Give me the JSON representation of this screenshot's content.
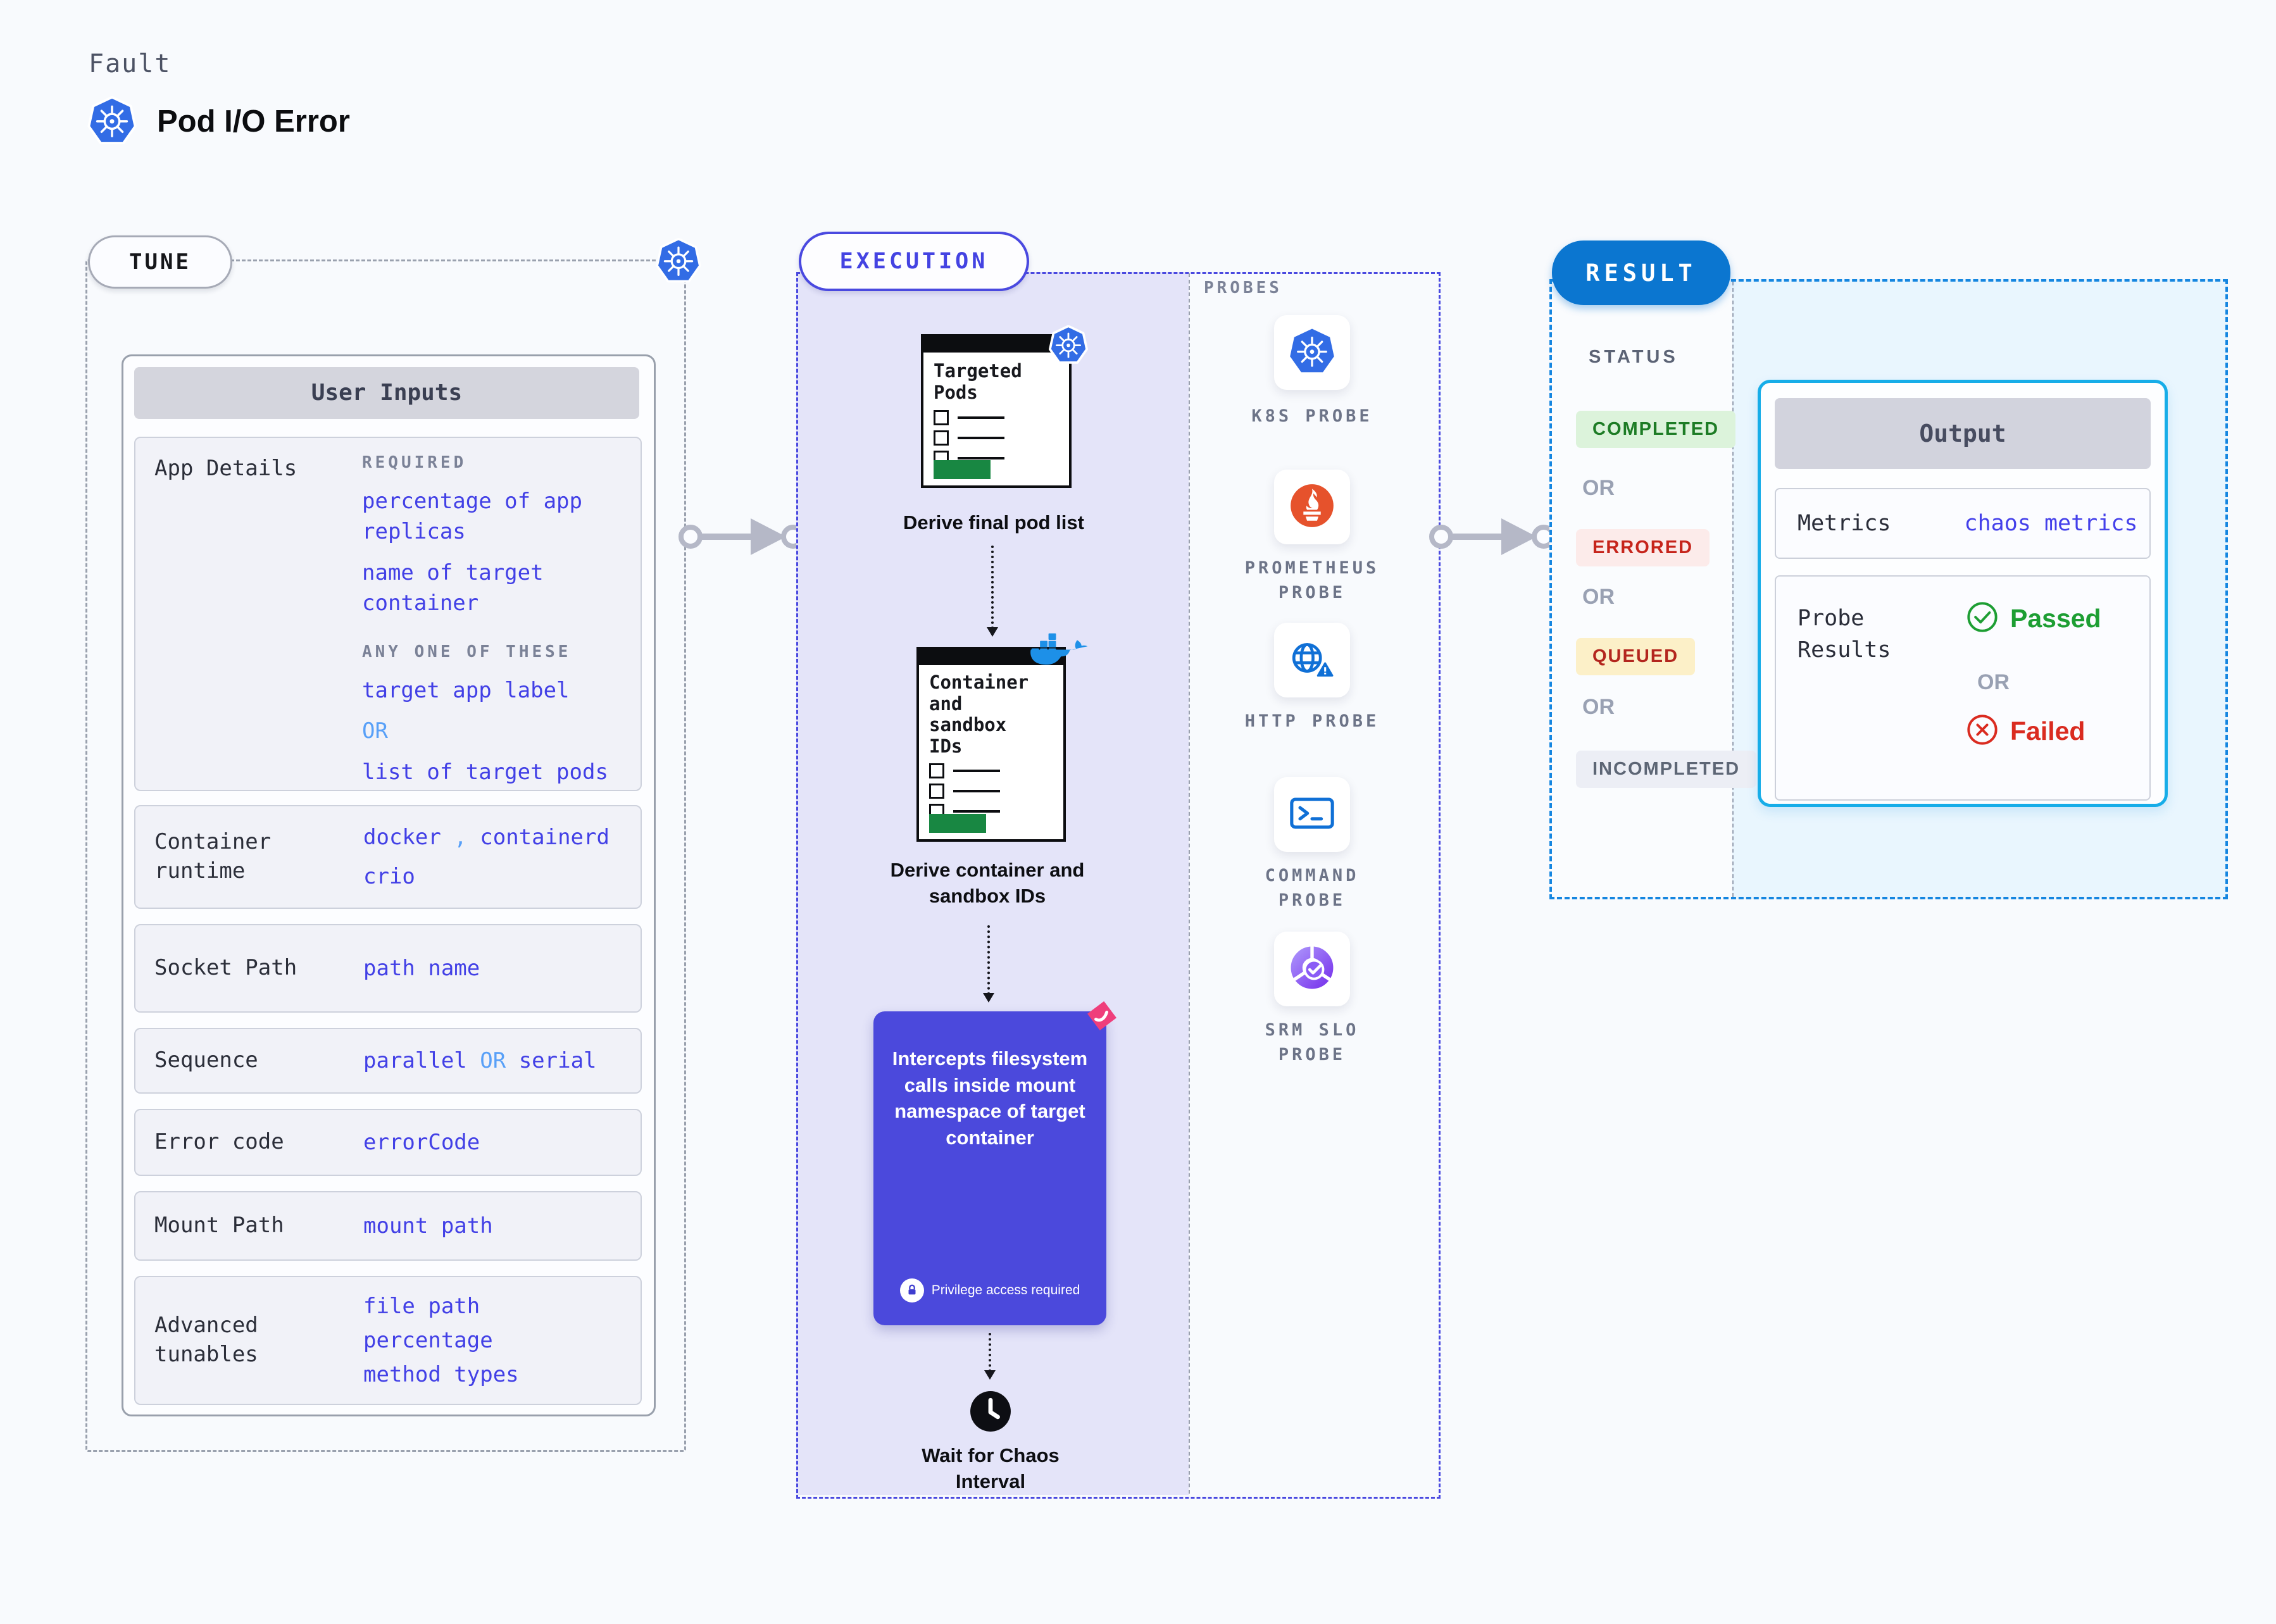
{
  "header": {
    "eyebrow": "Fault",
    "title": "Pod I/O Error"
  },
  "tune": {
    "pill": "TUNE",
    "card_title": "User Inputs",
    "app_details": {
      "label": "App Details",
      "required_label": "REQUIRED",
      "required_values": [
        "percentage of app replicas",
        "name of target container"
      ],
      "any_label": "ANY ONE OF THESE",
      "any_first": "target app label",
      "or": "OR",
      "any_second": "list of target pods"
    },
    "runtime": {
      "label": "Container\nruntime",
      "v1": "docker",
      "sep": " , ",
      "v2": "containerd",
      "v3": "crio"
    },
    "socket": {
      "label": "Socket Path",
      "value": "path name"
    },
    "sequence": {
      "label": "Sequence",
      "v1": "parallel",
      "or": "OR",
      "v2": "serial"
    },
    "error_code": {
      "label": "Error code",
      "value": "errorCode"
    },
    "mount": {
      "label": "Mount Path",
      "value": "mount path"
    },
    "advanced": {
      "label": "Advanced\ntunables",
      "values": [
        "file path",
        "percentage",
        "method types"
      ]
    }
  },
  "execution": {
    "pill": "EXECUTION",
    "node1": {
      "title": "Targeted\nPods",
      "caption": "Derive final pod list"
    },
    "node2": {
      "title": "Container\nand\nsandbox\nIDs",
      "caption": "Derive container and\nsandbox IDs"
    },
    "intercept": {
      "text": "Intercepts filesystem calls inside mount namespace of target container",
      "privilege": "Privilege access required"
    },
    "wait_caption": "Wait for Chaos\nInterval"
  },
  "probes": {
    "title": "PROBES",
    "items": [
      {
        "icon": "kubernetes-icon",
        "label": "K8S PROBE"
      },
      {
        "icon": "prometheus-icon",
        "label": "PROMETHEUS\nPROBE"
      },
      {
        "icon": "http-globe-icon",
        "label": "HTTP PROBE"
      },
      {
        "icon": "terminal-icon",
        "label": "COMMAND\nPROBE"
      },
      {
        "icon": "slo-donut-icon",
        "label": "SRM SLO\nPROBE"
      }
    ]
  },
  "result": {
    "pill": "RESULT",
    "status_label": "STATUS",
    "or": "OR",
    "statuses": [
      {
        "label": "COMPLETED",
        "fg": "#1d7c25",
        "bg": "#dcf3db"
      },
      {
        "label": "ERRORED",
        "fg": "#c6241b",
        "bg": "#fcebea"
      },
      {
        "label": "QUEUED",
        "fg": "#b3261e",
        "bg": "#fcf0c8"
      },
      {
        "label": "INCOMPLETED",
        "fg": "#5d6675",
        "bg": "#eceef5"
      }
    ],
    "output": {
      "title": "Output",
      "metrics_label": "Metrics",
      "metrics_value": "chaos metrics",
      "probe_label": "Probe\nResults",
      "passed": "Passed",
      "or": "OR",
      "failed": "Failed"
    }
  },
  "colors": {
    "page_bg": "#f8fafd",
    "lavender": "#e4e4f9",
    "indigo": "#4a49e0",
    "value_blue": "#4240e6",
    "light_blue_or": "#58a0f8",
    "k8s_blue": "#326ce5",
    "purple_box": "#4b49dc",
    "green_bar": "#188742",
    "result_blue": "#0b76d0",
    "cyan_border": "#17ade8",
    "cyan_bg": "#e9f6fe",
    "passed_green": "#1d9e33",
    "failed_red": "#da2b20",
    "arrow_gray": "#b5b8c7"
  }
}
